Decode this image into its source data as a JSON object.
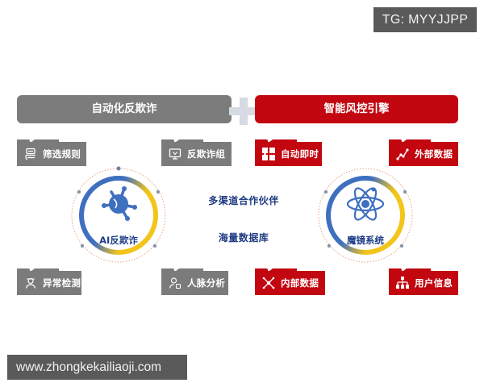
{
  "watermarks": {
    "top": "TG: MYYJJPP",
    "bottom": "www.zhongkekailiaoji.com"
  },
  "headers": {
    "left": "自动化反欺诈",
    "right": "智能风控引擎",
    "join_icon": "plus-icon"
  },
  "left_tags": [
    {
      "label": "筛选规则",
      "icon": "rules-filter-icon"
    },
    {
      "label": "反欺诈组",
      "icon": "monitor-icon"
    },
    {
      "label": "异常检测",
      "icon": "person-detect-icon"
    },
    {
      "label": "人脉分析",
      "icon": "user-network-icon"
    }
  ],
  "right_tags": [
    {
      "label": "自动即时",
      "icon": "puzzle-icon"
    },
    {
      "label": "外部数据",
      "icon": "trend-line-icon"
    },
    {
      "label": "内部数据",
      "icon": "network-node-icon"
    },
    {
      "label": "用户信息",
      "icon": "org-chart-icon"
    }
  ],
  "left_ring": {
    "label": "AI反欺诈",
    "icon": "virus-molecule-icon"
  },
  "right_ring": {
    "label": "魔镜系统",
    "icon": "atom-icon"
  },
  "center": {
    "line1": "多渠道合作伙伴",
    "line2": "海量数据库"
  },
  "colors": {
    "gray": "#7b7b7b",
    "red": "#c20710",
    "blue": "#3f6fbf",
    "yellow": "#f2c41c",
    "plus": "#d6dae2",
    "text_blue": "#1f3b82"
  }
}
